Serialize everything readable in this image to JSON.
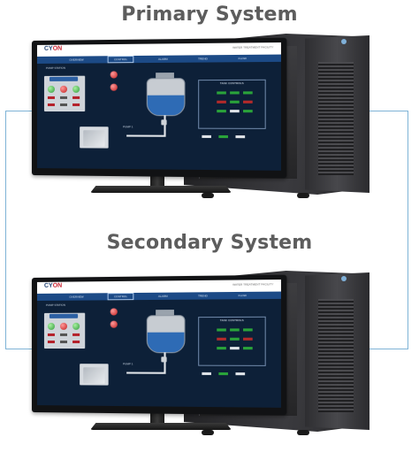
{
  "labels": {
    "primary": "Primary System",
    "secondary": "Secondary System"
  },
  "hmi": {
    "logo_left": "CY",
    "logo_accent": "ON",
    "tagline": "WATER TREATMENT FACILITY",
    "nav": [
      "OVERVIEW",
      "CONTROL",
      "ALARM",
      "TREND",
      "FLOW"
    ],
    "active_nav_index": 1,
    "pump_station": "PUMP STATION",
    "tank_controls": "TANK CONTROLS",
    "pump_label": "PUMP 1"
  },
  "colors": {
    "connector": "#7eb3d6",
    "screen_bg": "#0d2038",
    "nav_bg": "#1c4a86",
    "accent_red": "#c8202e",
    "water_blue": "#2e6bb5"
  }
}
